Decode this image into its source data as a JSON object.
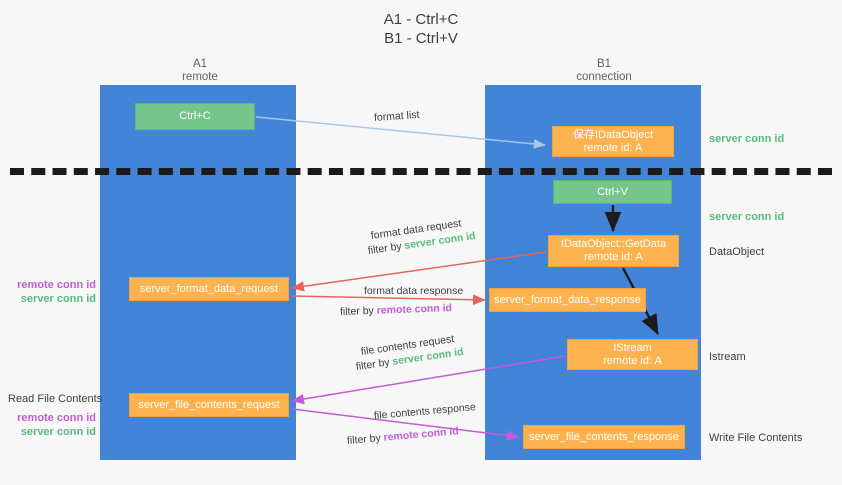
{
  "title": {
    "line1": "A1 - Ctrl+C",
    "line2": "B1 - Ctrl+V"
  },
  "columns": [
    {
      "name": "A1",
      "role": "remote"
    },
    {
      "name": "B1",
      "role": "connection"
    }
  ],
  "colors": {
    "lane": "#4285d8",
    "green_node": "#76c68c",
    "orange_node": "#fbb24f",
    "server_conn_id": "#57bb7e",
    "remote_conn_id": "#c45bd6",
    "arrow_format": "#e8645a",
    "arrow_file": "#c45bd6",
    "arrow_formatlist": "#a8c7ea",
    "arrow_black": "#1b1b1b",
    "divider": "#1b1b1b",
    "text": "#3c4043"
  },
  "nodes": {
    "ctrl_c": {
      "label": "Ctrl+C",
      "sub": ""
    },
    "idataobject": {
      "label": "保存IDataObject",
      "sub": "remote id: A"
    },
    "ctrl_v": {
      "label": "Ctrl+V",
      "sub": ""
    },
    "getdata": {
      "label": "IDataObject::GetData",
      "sub": "remote id: A"
    },
    "istream": {
      "label": "IStream",
      "sub": "remote id: A"
    },
    "format_data_request": {
      "label": "server_format_data_request"
    },
    "format_data_response": {
      "label": "server_format_data_response"
    },
    "file_contents_request": {
      "label": "server_file_contents_request"
    },
    "file_contents_response": {
      "label": "server_file_contents_response"
    }
  },
  "edge_labels": {
    "format_list": "format list",
    "format_data_request": "format data request",
    "format_data_request_filter_prefix": "filter by ",
    "format_data_request_filter_value": "server conn id",
    "format_data_response": "format data response",
    "format_data_response_filter_prefix": "filter by ",
    "format_data_response_filter_value": "remote conn id",
    "file_contents_request": "file contents request",
    "file_contents_request_filter_prefix": "filter by ",
    "file_contents_request_filter_value": "server conn id",
    "file_contents_response": "file contents response",
    "file_contents_response_filter_prefix": "filter by ",
    "file_contents_response_filter_value": "remote conn id"
  },
  "annotations": {
    "right": [
      {
        "text": "server conn id",
        "kind": "server"
      },
      {
        "text": "server conn id",
        "kind": "server"
      },
      {
        "text": "DataObject",
        "kind": "plain"
      },
      {
        "text": "Istream",
        "kind": "plain"
      },
      {
        "text": "Write File Contents",
        "kind": "plain"
      }
    ],
    "left": {
      "remote_conn_id": "remote conn id",
      "server_conn_id": "server conn id",
      "read_file_contents": "Read File Contents"
    }
  }
}
